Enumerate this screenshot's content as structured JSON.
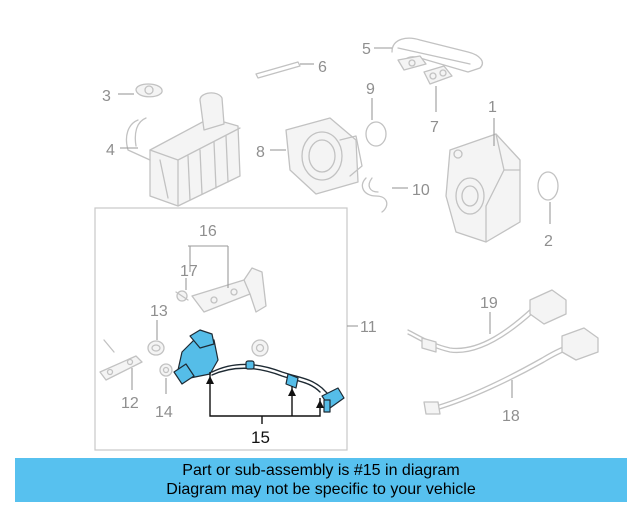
{
  "callouts": {
    "c1": "1",
    "c2": "2",
    "c3": "3",
    "c4": "4",
    "c5": "5",
    "c6": "6",
    "c7": "7",
    "c8": "8",
    "c9": "9",
    "c10": "10",
    "c11": "11",
    "c12": "12",
    "c13": "13",
    "c14": "14",
    "c15": "15",
    "c16": "16",
    "c17": "17",
    "c18": "18",
    "c19": "19"
  },
  "highlighted_part": "15",
  "colors": {
    "highlight": "#55bde8",
    "banner": "#57c1ef",
    "line_art": "#c2c2c2",
    "callout_text": "#8f8f8f"
  },
  "banner": {
    "line1": "Part or sub-assembly is #15 in diagram",
    "line2": "Diagram may not be specific to your vehicle"
  }
}
